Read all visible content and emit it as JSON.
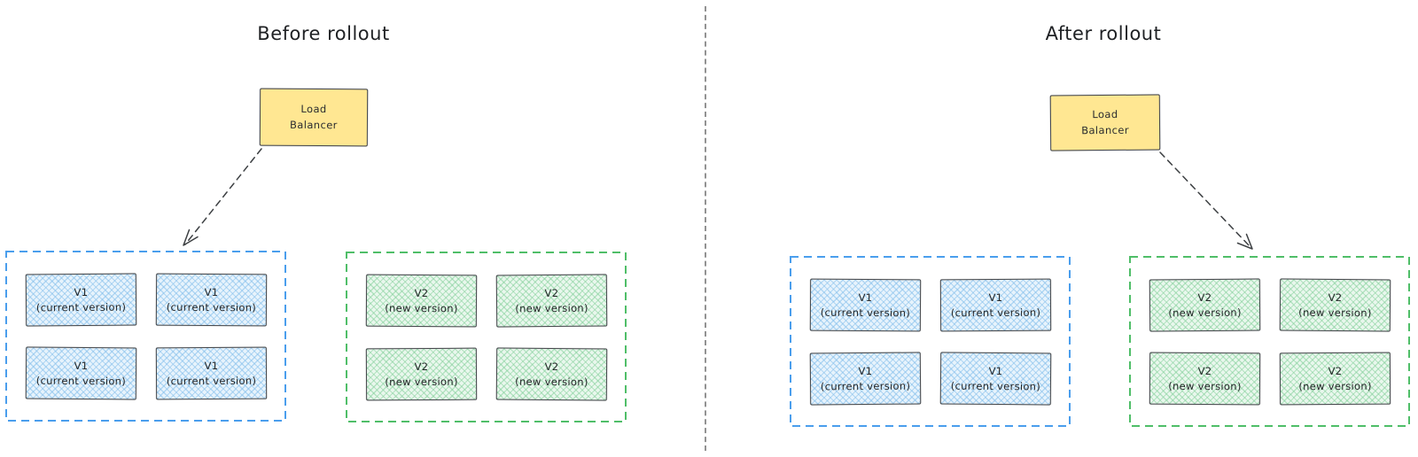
{
  "diagram": {
    "kind": "blue-green deployment rollout",
    "panels": {
      "before": {
        "title": "Before rollout"
      },
      "after": {
        "title": "After rollout"
      }
    },
    "load_balancer": {
      "line1": "Load",
      "line2": "Balancer"
    },
    "v1_node": {
      "version": "V1",
      "label": "(current version)"
    },
    "v2_node": {
      "version": "V2",
      "label": "(new version)"
    },
    "colors": {
      "lb_fill": "#ffe792",
      "node_blue_fill": "#e7f3fc",
      "node_green_fill": "#e9f7ed",
      "group_blue_border": "#4a9eed",
      "group_green_border": "#4fbe68",
      "stroke_dark": "#3d4043",
      "divider": "#929292"
    }
  }
}
